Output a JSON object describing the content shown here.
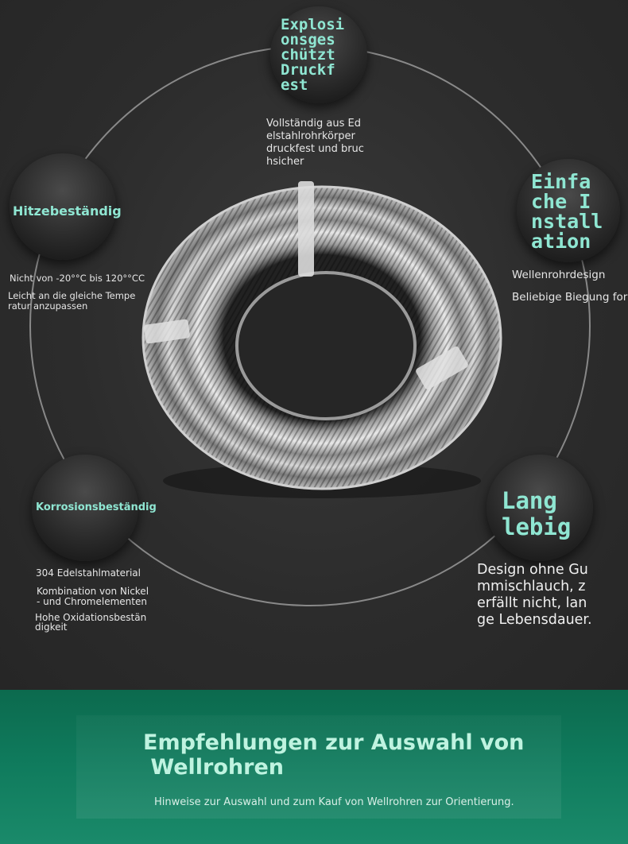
{
  "features": {
    "explosion": {
      "title_lines": [
        "Explosi",
        "onsges",
        "chützt",
        "Druckf",
        "est"
      ],
      "desc_lines": [
        "Vollständig aus Ed",
        "elstahlrohrkörper",
        "druckfest und bruc",
        "hsicher"
      ]
    },
    "heat": {
      "title": "Hitzebeständig",
      "desc_lines": [
        "Nicht von -20°°C bis 120°°CC",
        "Leicht an die gleiche Tempe",
        "ratur anzupassen"
      ]
    },
    "install": {
      "title_lines": [
        "Einfa",
        "che I",
        "nstall",
        "ation"
      ],
      "desc_lines": [
        "Wellenrohrdesign",
        "Beliebige Biegung form"
      ]
    },
    "corrosion": {
      "title": "Korrosionsbeständig",
      "desc_lines": [
        "304 Edelstahlmaterial",
        "Kombination von Nickel",
        "- und Chromelementen",
        "Hohe Oxidationsbestän",
        "digkeit"
      ]
    },
    "durable": {
      "title_lines": [
        "Lang",
        "lebig"
      ],
      "desc_lines": [
        "Design ohne Gu",
        "mmischlauch, z",
        "erfällt nicht, lan",
        "ge Lebensdauer."
      ]
    }
  },
  "banner": {
    "title_line1": "Empfehlungen zur Auswahl von",
    "title_line2": " Wellrohren",
    "subtitle": "Hinweise zur Auswahl und zum Kauf von Wellrohren zur Orientierung."
  },
  "colors": {
    "accent": "#8fe6d2",
    "banner": "#0f7a5c",
    "background": "#2b2b2b"
  }
}
